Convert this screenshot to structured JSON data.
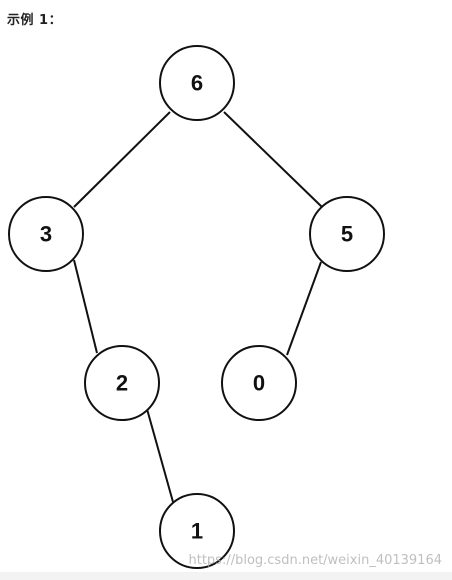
{
  "title": "示例 1：",
  "nodes": [
    {
      "id": "n6",
      "label": "6"
    },
    {
      "id": "n3",
      "label": "3"
    },
    {
      "id": "n5",
      "label": "5"
    },
    {
      "id": "n2",
      "label": "2"
    },
    {
      "id": "n0",
      "label": "0"
    },
    {
      "id": "n1",
      "label": "1"
    }
  ],
  "edges": [
    {
      "from": "n6",
      "to": "n3"
    },
    {
      "from": "n6",
      "to": "n5"
    },
    {
      "from": "n3",
      "to": "n2"
    },
    {
      "from": "n5",
      "to": "n0"
    },
    {
      "from": "n2",
      "to": "n1"
    }
  ],
  "watermark": "https://blog.csdn.net/weixin_40139164"
}
